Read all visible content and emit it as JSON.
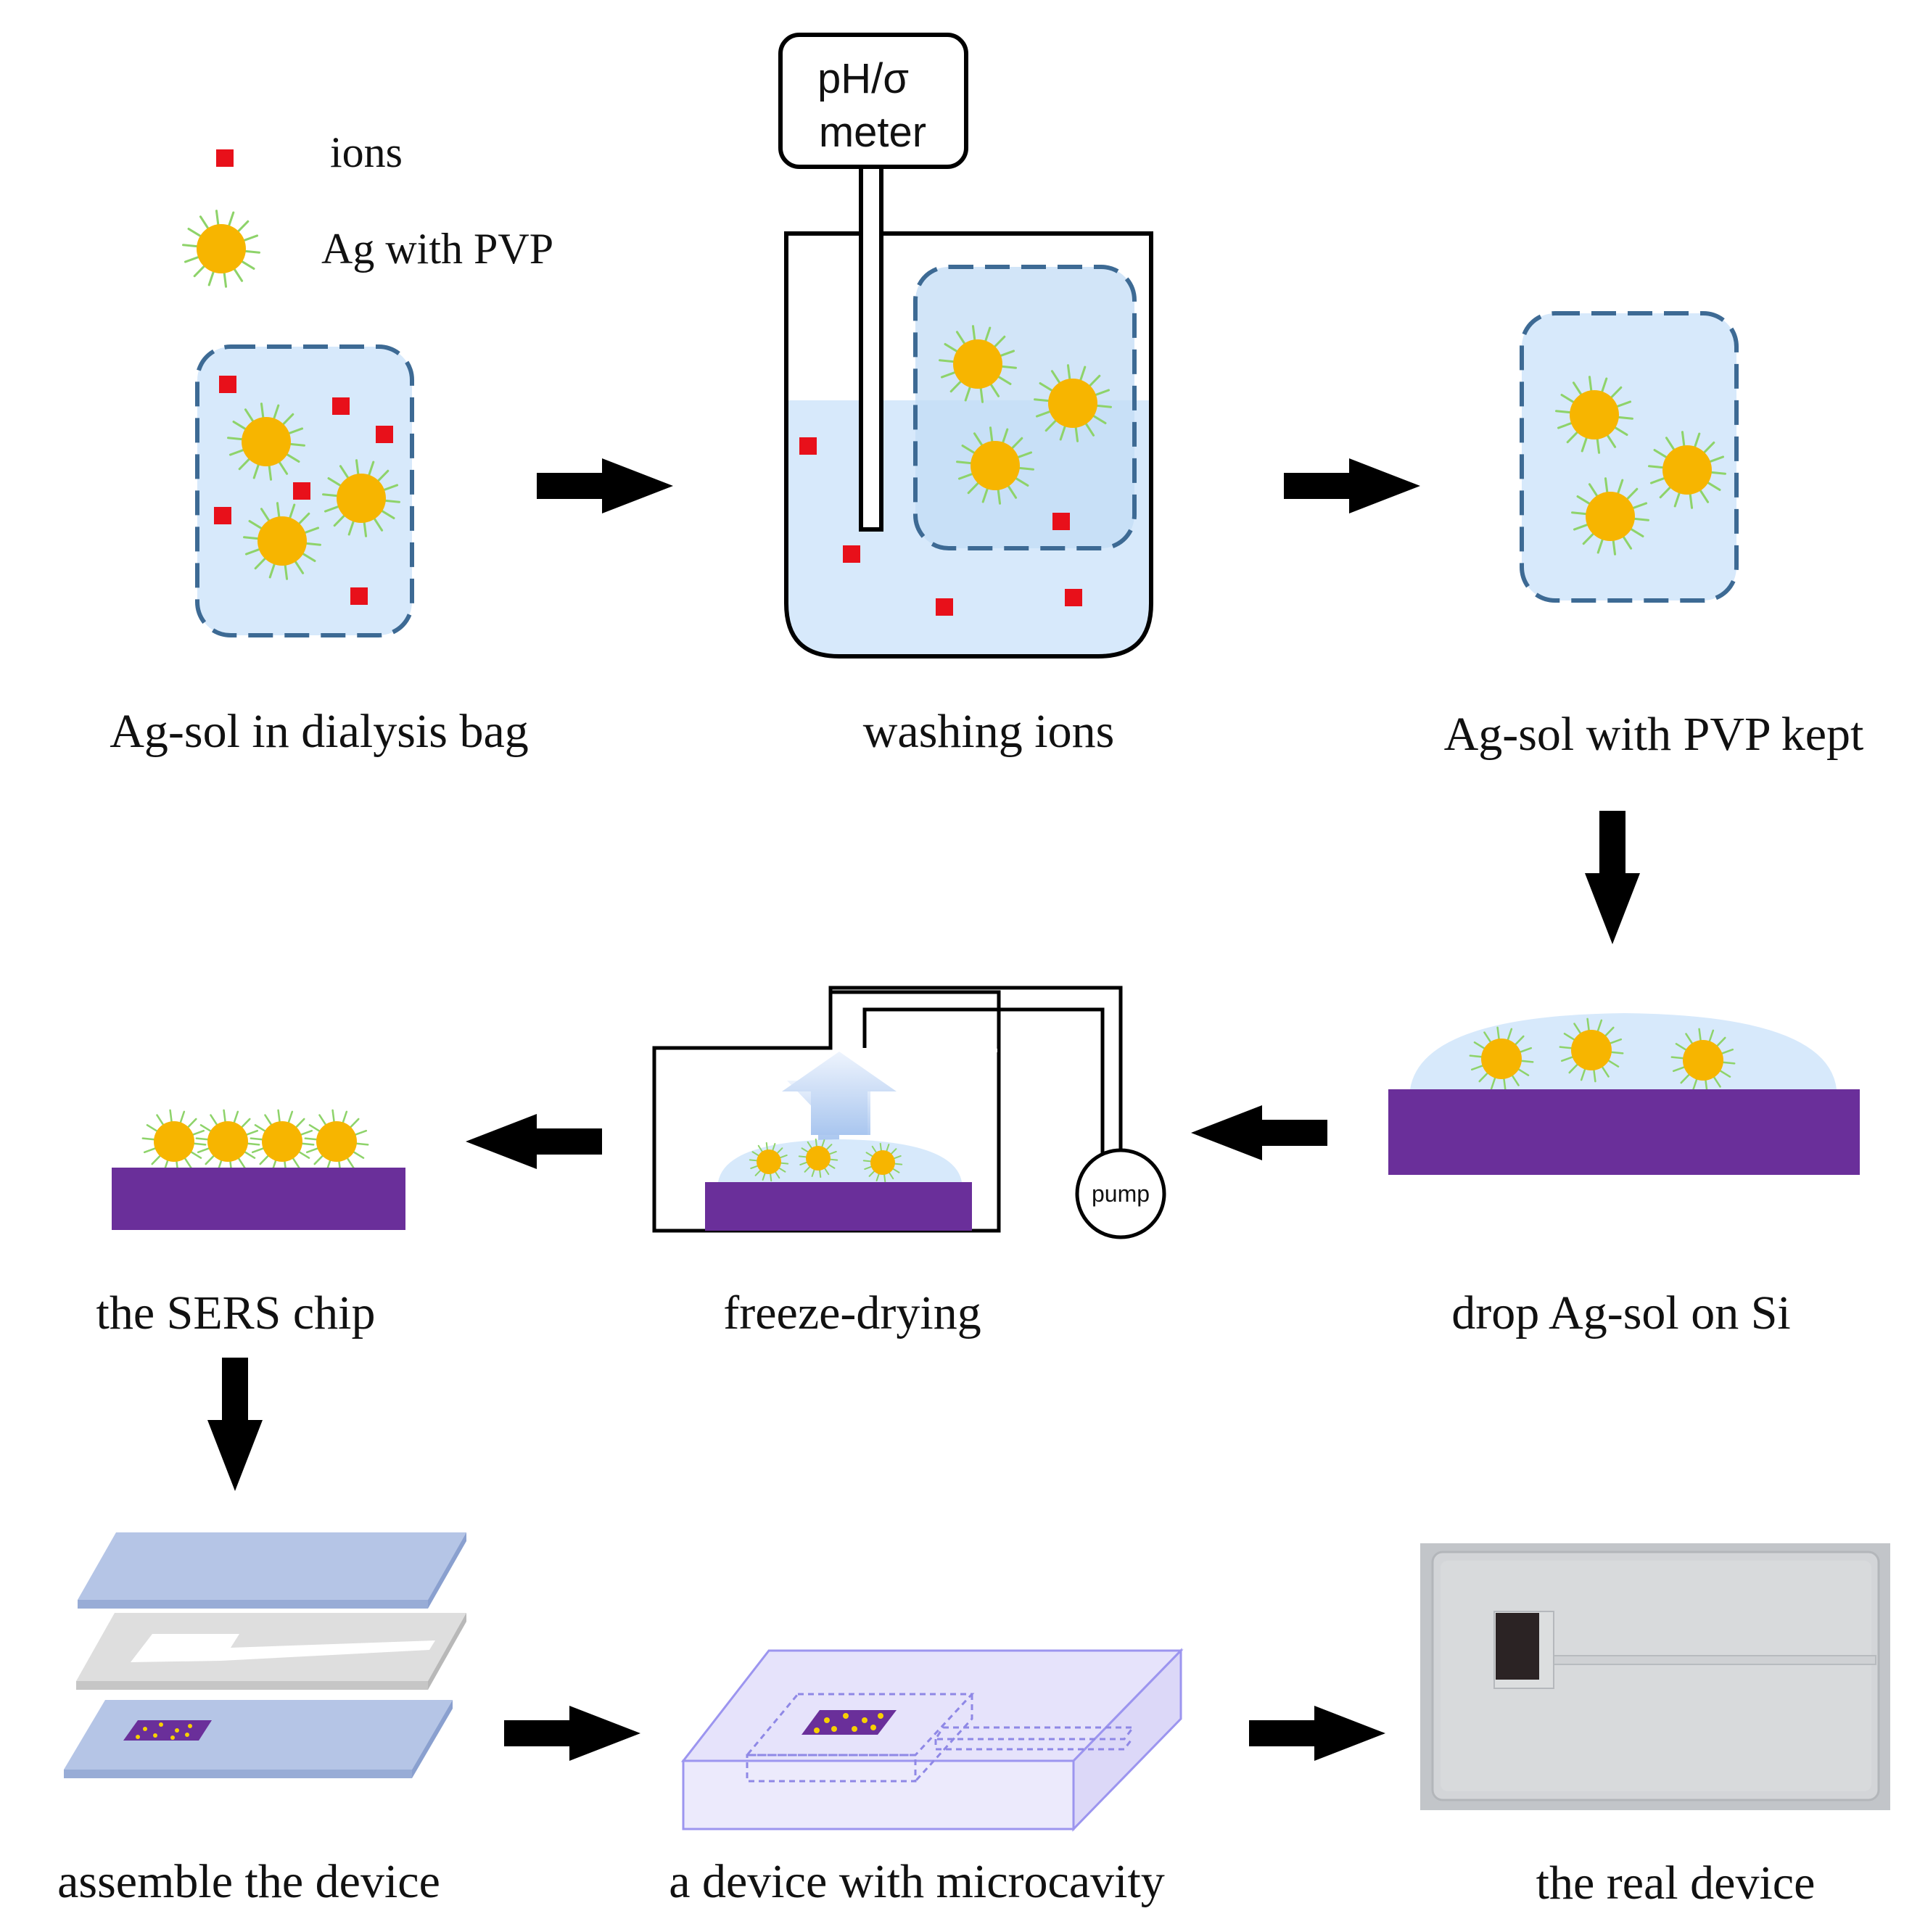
{
  "legend": {
    "ions_label": "ions",
    "ag_label": "Ag with PVP"
  },
  "meter": {
    "line1": "pH/σ",
    "line2": "meter"
  },
  "pump_label": "pump",
  "steps": {
    "step1": "Ag-sol in dialysis bag",
    "step2": "washing ions",
    "step3": "Ag-sol with PVP kept",
    "step4": "drop Ag-sol on Si",
    "step5": "freeze-drying",
    "step6": "the SERS chip",
    "step7": "assemble the device",
    "step8": "a device with microcavity",
    "step9": "the real device"
  },
  "colors": {
    "ion": "#e8101a",
    "ag_core": "#f7b500",
    "ag_spike": "#8ed36a",
    "liquid": "#d7e9fb",
    "bag_border": "#3d6a94",
    "silicon": "#6a2f9a",
    "glass": "#b5c5e6",
    "spacer": "#dedede",
    "arrow": "#000000"
  }
}
